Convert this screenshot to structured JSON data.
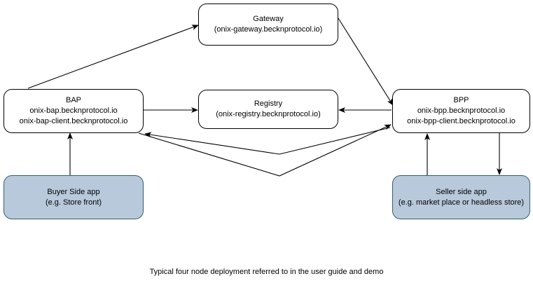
{
  "diagram": {
    "caption": "Typical four node deployment referred to in the user guide and demo",
    "colors": {
      "node_fill": "#ffffff",
      "node_stroke": "#000000",
      "app_node_fill": "#b7c9da",
      "app_node_stroke": "#3b5d72",
      "edge_stroke": "#000000",
      "background": "#ffffff"
    },
    "nodes": [
      {
        "id": "gateway",
        "title": "Gateway",
        "subtitle": "(onix-gateway.becknprotocol.io)",
        "style": "plain"
      },
      {
        "id": "bap",
        "title": "BAP",
        "subtitle": "onix-bap.becknprotocol.io",
        "subtitle2": "onix-bap-client.becknprotocol.io",
        "style": "plain"
      },
      {
        "id": "registry",
        "title": "Registry",
        "subtitle": "(onix-registry.becknprotocol.io)",
        "style": "plain"
      },
      {
        "id": "bpp",
        "title": "BPP",
        "subtitle": "onix-bpp.becknprotocol.io",
        "subtitle2": "onix-bpp-client.becknprotocol.io",
        "style": "plain"
      },
      {
        "id": "buyer",
        "title": "Buyer Side app",
        "subtitle": "(e.g. Store front)",
        "style": "filled"
      },
      {
        "id": "seller",
        "title": "Seller side app",
        "subtitle": "(e.g. market place or headless store)",
        "style": "filled"
      }
    ],
    "edges": [
      {
        "id": "bap-to-gateway",
        "from": "bap",
        "to": "gateway",
        "arrow": "end"
      },
      {
        "id": "gateway-to-bpp",
        "from": "gateway",
        "to": "bpp",
        "arrow": "end"
      },
      {
        "id": "bap-to-registry",
        "from": "bap",
        "to": "registry",
        "arrow": "end"
      },
      {
        "id": "bpp-to-registry",
        "from": "bpp",
        "to": "registry",
        "arrow": "end"
      },
      {
        "id": "bpp-to-bap",
        "from": "bpp",
        "to": "bap",
        "arrow": "end"
      },
      {
        "id": "bap-to-bpp",
        "from": "bap",
        "to": "bpp",
        "arrow": "end"
      },
      {
        "id": "buyer-to-bap",
        "from": "buyer",
        "to": "bap",
        "arrow": "end"
      },
      {
        "id": "seller-to-bpp",
        "from": "seller",
        "to": "bpp",
        "arrow": "end"
      },
      {
        "id": "bpp-to-seller",
        "from": "bpp",
        "to": "seller",
        "arrow": "end"
      }
    ]
  }
}
